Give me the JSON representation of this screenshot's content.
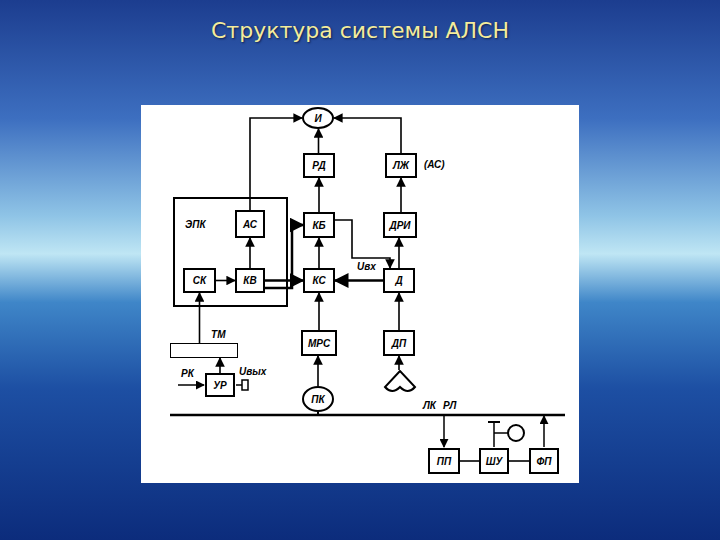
{
  "diagram": {
    "title": "Структура системы АЛСН",
    "nodes": [
      {
        "text": [
          "И"
        ]
      },
      {
        "text": [
          "РД"
        ]
      },
      {
        "text": [
          "ЛЖ"
        ]
      },
      {
        "text": [
          "ЭПК"
        ]
      },
      {
        "text": [
          "АС"
        ],
        "in": 3
      },
      {
        "text": [
          "СК"
        ],
        "in": 3
      },
      {
        "text": [
          "КВ"
        ],
        "in": 3
      },
      {
        "text": [
          "КБ"
        ]
      },
      {
        "text": [
          "ДРИ"
        ]
      },
      {
        "text": [
          "КС"
        ]
      },
      {
        "text": [
          "Д"
        ]
      },
      {
        "text": [
          "МРС"
        ]
      },
      {
        "text": [
          "ДП"
        ]
      },
      {
        "text": [
          "ПК"
        ]
      },
      {
        "text": [
          "ЛК"
        ]
      },
      {
        "text": [
          "ТМ"
        ]
      },
      {
        "text": [
          "УР"
        ]
      },
      {
        "text": [
          "ПП"
        ]
      },
      {
        "text": [
          "ШУ"
        ]
      },
      {
        "text": [
          "ФП"
        ]
      }
    ],
    "edges": [
      {
        "from": 1,
        "to": 0,
        "arrow": "to"
      },
      {
        "from": 2,
        "to": 0,
        "arrow": "to"
      },
      {
        "from": 4,
        "to": 0,
        "arrow": "to"
      },
      {
        "from": 6,
        "to": 4,
        "arrow": "to"
      },
      {
        "from": 5,
        "to": 6,
        "arrow": "to"
      },
      {
        "from": 6,
        "to": 9,
        "arrow": "to"
      },
      {
        "from": 9,
        "to": 7,
        "arrow": "to"
      },
      {
        "from": 7,
        "to": 10,
        "arrow": "to"
      },
      {
        "from": 7,
        "to": 1,
        "arrow": "to"
      },
      {
        "from": 10,
        "to": 8,
        "arrow": "to"
      },
      {
        "from": 8,
        "to": 2,
        "arrow": "to"
      },
      {
        "from": 10,
        "to": 9,
        "arrow": "to"
      },
      {
        "from": 12,
        "to": 10,
        "arrow": "to"
      },
      {
        "from": 11,
        "to": 9,
        "arrow": "to"
      },
      {
        "from": 13,
        "to": 11,
        "arrow": "to"
      },
      {
        "from": 14,
        "to": 12,
        "arrow": "to"
      },
      {
        "from": 15,
        "to": 5,
        "arrow": "to"
      },
      {
        "from": 16,
        "to": 15,
        "arrow": "to"
      },
      {
        "from": 6,
        "to": 7,
        "arrow": "to"
      },
      {
        "from": 17,
        "to": 18,
        "arrow": "none"
      },
      {
        "from": 18,
        "to": 19,
        "arrow": "none"
      }
    ],
    "labels": [
      "(АС)",
      "Uвх",
      "РК",
      "Uвых",
      "РЛ"
    ]
  }
}
